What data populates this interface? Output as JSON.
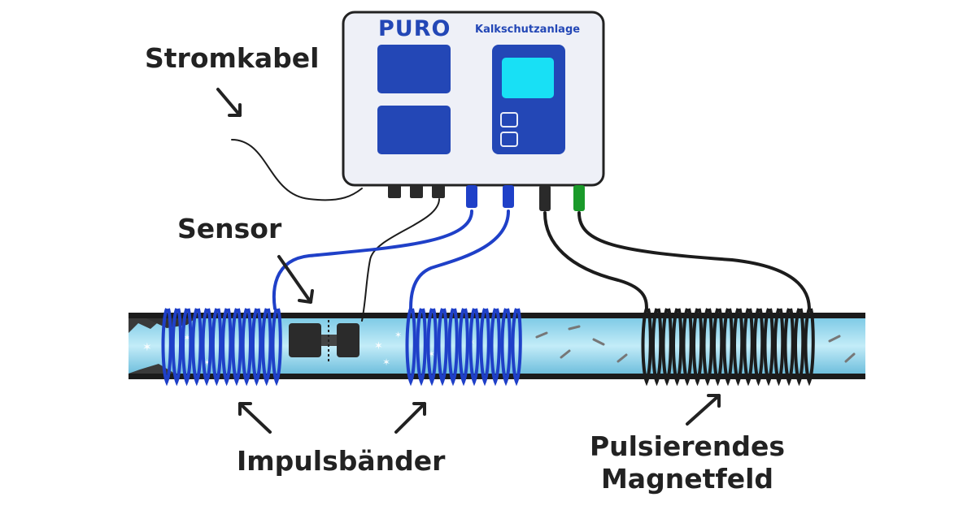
{
  "device": {
    "brand": "PURO",
    "subtitle": "Kalkschutzanlage"
  },
  "labels": {
    "power_cable": "Stromkabel",
    "sensor": "Sensor",
    "impulse_bands": "Impulsbänder",
    "pulsing_field_line1": "Pulsierendes",
    "pulsing_field_line2": "Magnetfeld"
  },
  "colors": {
    "device_panel": "#eef0f7",
    "device_blue": "#2347b6",
    "display": "#18e0f5",
    "coil_blue": "#1f40c8",
    "coil_black": "#1c1c1c",
    "connector_green": "#1a9a2a",
    "pipe_water": "#a9dff2"
  }
}
